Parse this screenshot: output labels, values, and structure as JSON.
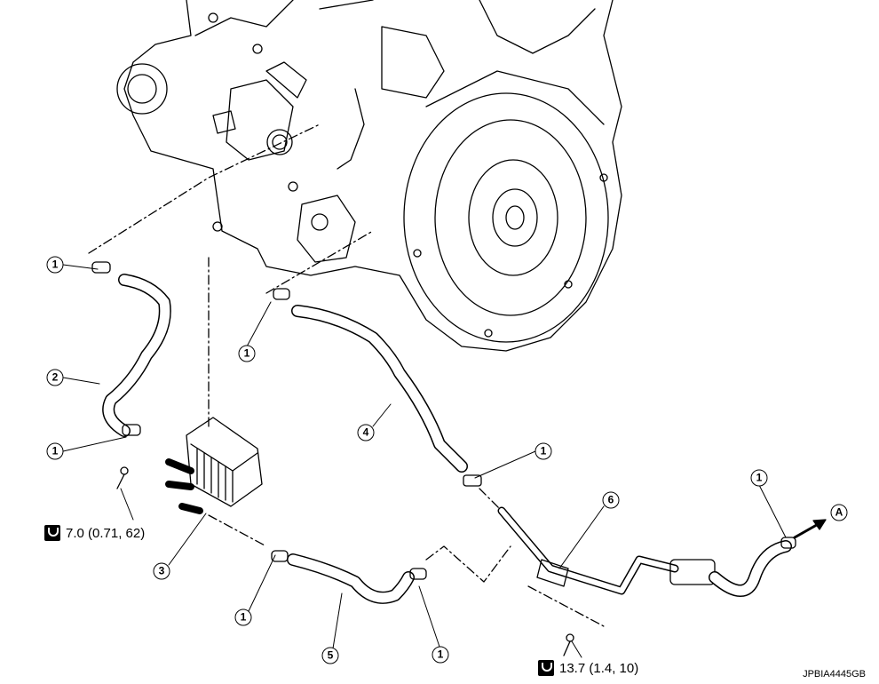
{
  "callouts": {
    "c1a": "1",
    "c2": "2",
    "c1b": "1",
    "c1c": "1",
    "c4": "4",
    "c1d": "1",
    "c6": "6",
    "c1e": "1",
    "cA": "A",
    "c3": "3",
    "c1f": "1",
    "c5": "5",
    "c1g": "1"
  },
  "torque_1": {
    "icon": "torque-wrench-icon",
    "value": "7.0 (0.71, 62)"
  },
  "torque_2": {
    "icon": "torque-wrench-icon",
    "value": "13.7 (1.4, 10)"
  },
  "figure_code": "JPBIA4445GB"
}
